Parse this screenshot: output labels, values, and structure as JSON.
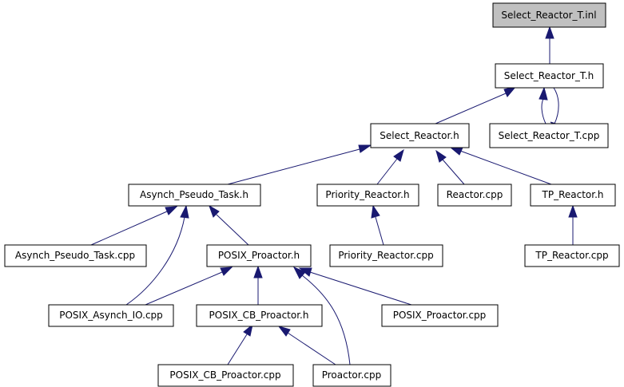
{
  "graph": {
    "edge_color": "#191970",
    "root_fill": "#c0c0c0",
    "nodes": {
      "select_reactor_t_inl": "Select_Reactor_T.inl",
      "select_reactor_t_h": "Select_Reactor_T.h",
      "select_reactor_h": "Select_Reactor.h",
      "select_reactor_t_cpp": "Select_Reactor_T.cpp",
      "asynch_pseudo_task_h": "Asynch_Pseudo_Task.h",
      "priority_reactor_h": "Priority_Reactor.h",
      "reactor_cpp": "Reactor.cpp",
      "tp_reactor_h": "TP_Reactor.h",
      "asynch_pseudo_task_cpp": "Asynch_Pseudo_Task.cpp",
      "posix_proactor_h": "POSIX_Proactor.h",
      "priority_reactor_cpp": "Priority_Reactor.cpp",
      "tp_reactor_cpp": "TP_Reactor.cpp",
      "posix_asynch_io_cpp": "POSIX_Asynch_IO.cpp",
      "posix_cb_proactor_h": "POSIX_CB_Proactor.h",
      "posix_proactor_cpp": "POSIX_Proactor.cpp",
      "posix_cb_proactor_cpp": "POSIX_CB_Proactor.cpp",
      "proactor_cpp": "Proactor.cpp"
    }
  }
}
